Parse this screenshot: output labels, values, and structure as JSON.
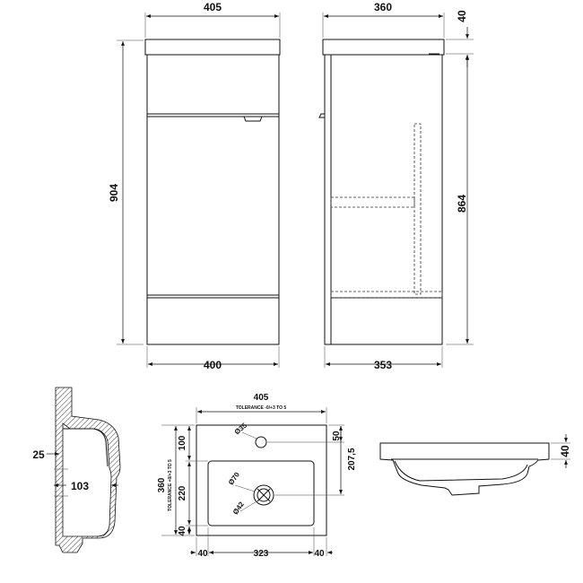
{
  "front_view": {
    "top_width": "405",
    "height": "904",
    "bottom_width": "400"
  },
  "side_view": {
    "depth": "360",
    "top_thickness": "40",
    "height": "864",
    "bottom_depth": "353"
  },
  "basin_section": {
    "rim_depth": "25",
    "bowl_depth": "103"
  },
  "basin_top_view": {
    "width": "405",
    "tolerance_width": "TOLERANCE -0/+3 TO 5",
    "depth": "360",
    "tolerance_depth": "TOLERANCE +0/+3 TO 5",
    "back_margin": "100",
    "bowl_length": "220",
    "front_margin": "40",
    "left_margin": "40",
    "bowl_width": "323",
    "right_margin": "40",
    "tap_hole_offset": "50",
    "waste_offset": "207,5",
    "tap_hole_dia": "Ø35",
    "waste_outer_dia": "Ø70",
    "waste_inner_dia": "Ø42"
  },
  "basin_side_view": {
    "thickness": "40"
  }
}
